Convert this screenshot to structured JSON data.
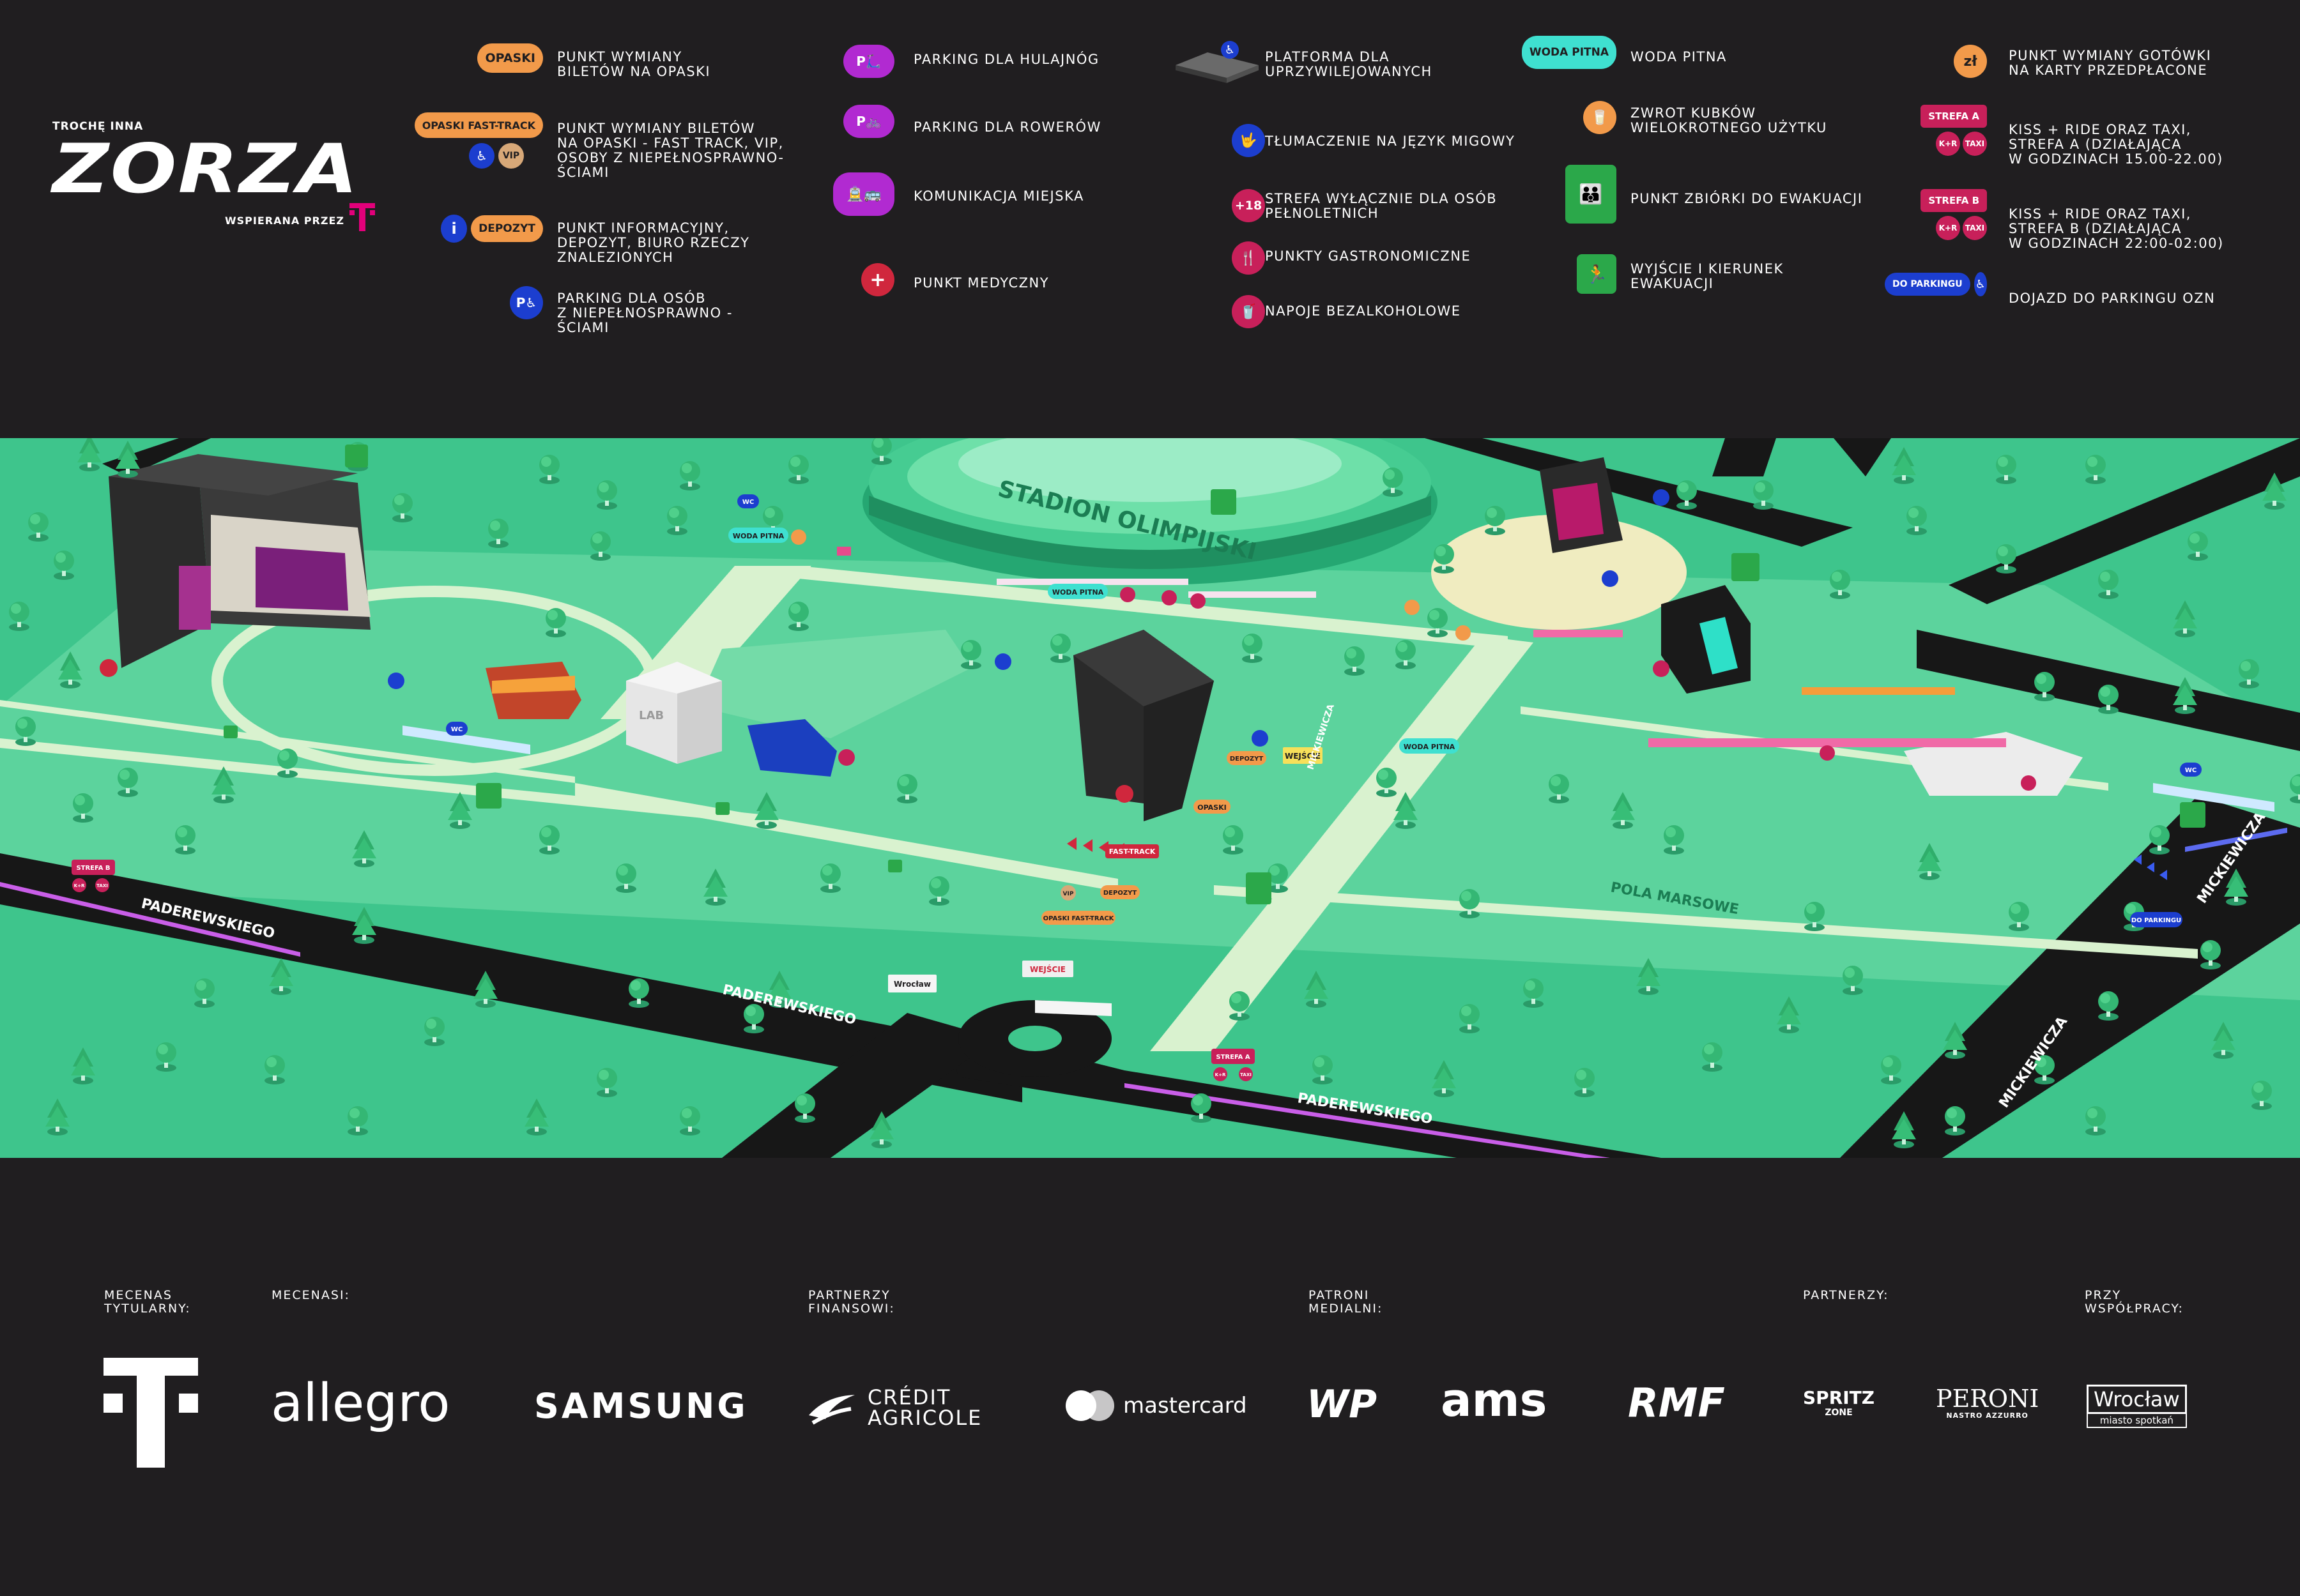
{
  "brand": {
    "tagline": "TROCHĘ INNA",
    "title": "ZORZA",
    "supported_by": "WSPIERANA PRZEZ"
  },
  "colors": {
    "background": "#201e20",
    "map_grass": "#3ec58c",
    "map_path": "#d9f2cf",
    "road": "#171717",
    "accent_magenta": "#e2007a",
    "orange": "#f29a4a",
    "blue": "#1c3ecf",
    "purple": "#b12ad1",
    "green": "#2ba84a",
    "cyan": "#3fe0d0",
    "red": "#d0273d"
  },
  "legend": {
    "col1": [
      {
        "badges": [
          "OPASKI"
        ],
        "text": "PUNKT WYMIANY\nBILETÓW NA OPASKI"
      },
      {
        "badges": [
          "OPASKI FAST-TRACK",
          "VIP"
        ],
        "text": "PUNKT WYMIANY BILETÓW\nNA OPASKI - FAST TRACK, VIP,\nOSOBY Z NIEPEŁNOSPRAWNO-\nŚCIAMI"
      },
      {
        "badges": [
          "i",
          "DEPOZYT"
        ],
        "text": "PUNKT INFORMACYJNY,\nDEPOZYT, BIURO RZECZY\nZNALEZIONYCH"
      },
      {
        "badges": [
          "P♿"
        ],
        "text": "PARKING DLA OSÓB\nZ NIEPEŁNOSPRAWNO -\nŚCIAMI"
      }
    ],
    "col2": [
      {
        "badges": [
          "P🛴"
        ],
        "text": "PARKING DLA HULAJNÓG"
      },
      {
        "badges": [
          "P🚲"
        ],
        "text": "PARKING DLA ROWERÓW"
      },
      {
        "badges": [
          "🚊🚌"
        ],
        "text": "KOMUNIKACJA MIEJSKA"
      },
      {
        "badges": [
          "+"
        ],
        "text": "PUNKT MEDYCZNY"
      }
    ],
    "col3": [
      {
        "badges": [
          "♿"
        ],
        "text": "PLATFORMA DLA\nUPRZYWILEJOWANYCH"
      },
      {
        "badges": [
          "🤟"
        ],
        "text": "TŁUMACZENIE NA JĘZYK MIGOWY"
      },
      {
        "badges": [
          "+18"
        ],
        "text": "STREFA WYŁĄCZNIE DLA OSÓB\nPEŁNOLETNICH"
      },
      {
        "badges": [
          "🍴"
        ],
        "text": "PUNKTY GASTRONOMICZNE"
      },
      {
        "badges": [
          "🥤"
        ],
        "text": "NAPOJE BEZALKOHOLOWE"
      }
    ],
    "col4": [
      {
        "badges": [
          "WODA PITNA"
        ],
        "text": "WODA PITNA"
      },
      {
        "badges": [
          "🥛"
        ],
        "text": "ZWROT KUBKÓW\nWIELOKROTNEGO UŻYTKU"
      },
      {
        "badges": [
          "👪"
        ],
        "text": "PUNKT ZBIÓRKI DO EWAKUACJI"
      },
      {
        "badges": [
          "🏃"
        ],
        "text": "WYJŚCIE I KIERUNEK\nEWAKUACJI"
      }
    ],
    "col5": [
      {
        "badges": [
          "zł"
        ],
        "text": "PUNKT WYMIANY GOTÓWKI\nNA KARTY PRZEDPŁACONE"
      },
      {
        "badges": [
          "STREFA A",
          "K+R",
          "TAXI"
        ],
        "text": "KISS + RIDE ORAZ TAXI,\nSTREFA A (DZIAŁAJĄCA\nW GODZINACH 15.00-22.00)"
      },
      {
        "badges": [
          "STREFA B",
          "K+R",
          "TAXI"
        ],
        "text": "KISS + RIDE ORAZ TAXI,\nSTREFA B (DZIAŁAJĄCA\nW GODZINACH 22:00-02:00)"
      },
      {
        "badges": [
          "DO PARKINGU",
          "♿"
        ],
        "text": "DOJAZD DO PARKINGU OZN"
      }
    ]
  },
  "map": {
    "labels": {
      "stadium": "STADION OLIMPIJSKI",
      "field": "POLA MARSOWE",
      "street_west": "PADEREWSKIEGO",
      "street_south": "PADEREWSKIEGO",
      "street_east_1": "MICKIEWICZA",
      "street_east_2": "MICKIEWICZA",
      "street_center": "MICKIEWICZA",
      "lab": "LAB",
      "entrance": "WEJŚCIE",
      "wroclaw_sign": "Wrocław",
      "fast_track": "FAST-TRACK",
      "vip": "VIP",
      "depozyt": "DEPOZYT",
      "opaski": "OPASKI",
      "opaski_ft": "OPASKI FAST-TRACK",
      "woda": "WODA PITNA",
      "strefa_a": "STREFA A",
      "strefa_b": "STREFA B",
      "k_r": "K+R",
      "taxi": "TAXI",
      "do_parkingu": "DO PARKINGU",
      "wc": "WC"
    }
  },
  "sponsors": {
    "categories": [
      {
        "label": "MECENAS\nTYTULARNY:"
      },
      {
        "label": "MECENASI:"
      },
      {
        "label": "PARTNERZY\nFINANSOWI:"
      },
      {
        "label": "PATRONI\nMEDIALNI:"
      },
      {
        "label": "PARTNERZY:"
      },
      {
        "label": "PRZY\nWSPÓŁPRACY:"
      }
    ],
    "logos": {
      "allegro": "allegro",
      "samsung": "SAMSUNG",
      "credit1": "CRÉDIT",
      "credit2": "AGRICOLE",
      "mastercard": "mastercard",
      "wp": "WP",
      "ams": "ams",
      "rmf": "RMF",
      "spritz1": "SPRITZ",
      "spritz2": "ZONE",
      "peroni1": "PERONI",
      "peroni2": "NASTRO AZZURRO",
      "wroclaw1": "Wrocław",
      "wroclaw2": "miasto spotkań"
    }
  }
}
